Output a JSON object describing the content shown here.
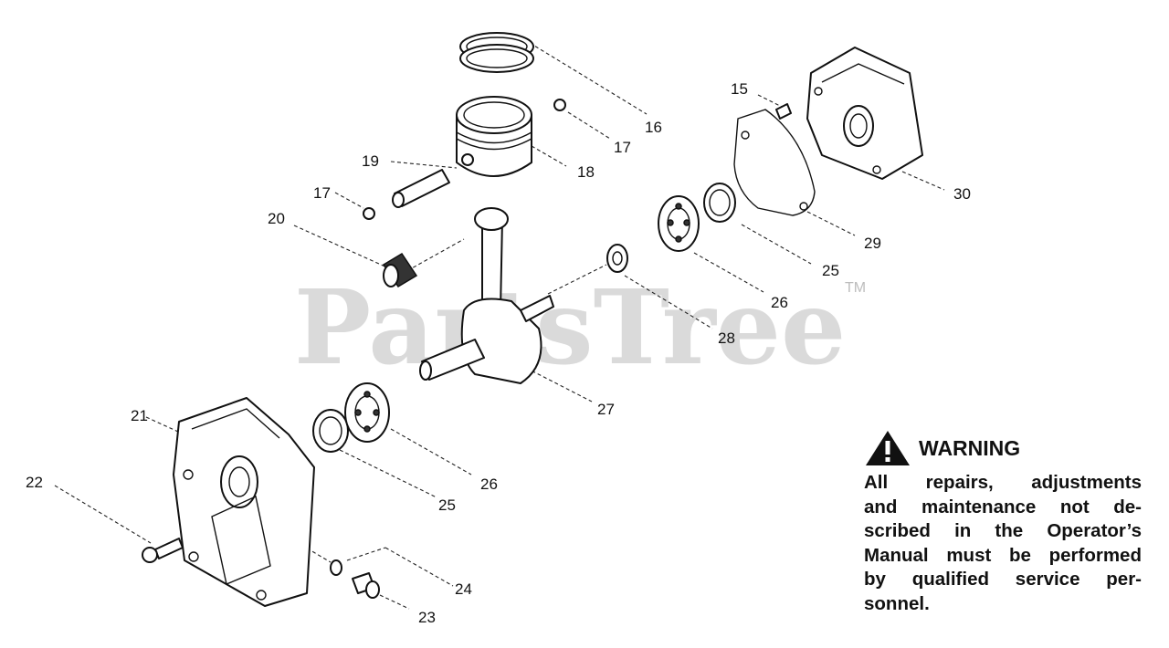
{
  "diagram": {
    "watermark": "PartsTree",
    "watermark_tm": "TM",
    "callouts": [
      {
        "id": "c16a",
        "text": "16"
      },
      {
        "id": "c17a",
        "text": "17"
      },
      {
        "id": "c18",
        "text": "18"
      },
      {
        "id": "c19",
        "text": "19"
      },
      {
        "id": "c17b",
        "text": "17"
      },
      {
        "id": "c20",
        "text": "20"
      },
      {
        "id": "c15",
        "text": "15"
      },
      {
        "id": "c30",
        "text": "30"
      },
      {
        "id": "c29",
        "text": "29"
      },
      {
        "id": "c25a",
        "text": "25"
      },
      {
        "id": "c26a",
        "text": "26"
      },
      {
        "id": "c28",
        "text": "28"
      },
      {
        "id": "c27",
        "text": "27"
      },
      {
        "id": "c21",
        "text": "21"
      },
      {
        "id": "c22",
        "text": "22"
      },
      {
        "id": "c26b",
        "text": "26"
      },
      {
        "id": "c25b",
        "text": "25"
      },
      {
        "id": "c24",
        "text": "24"
      },
      {
        "id": "c23",
        "text": "23"
      }
    ]
  },
  "warning": {
    "title": "WARNING",
    "lines": [
      "All repairs, adjustments",
      "and maintenance not de-",
      "scribed in the Operator’s",
      "Manual must be performed",
      "by qualified service per-",
      "sonnel."
    ]
  }
}
